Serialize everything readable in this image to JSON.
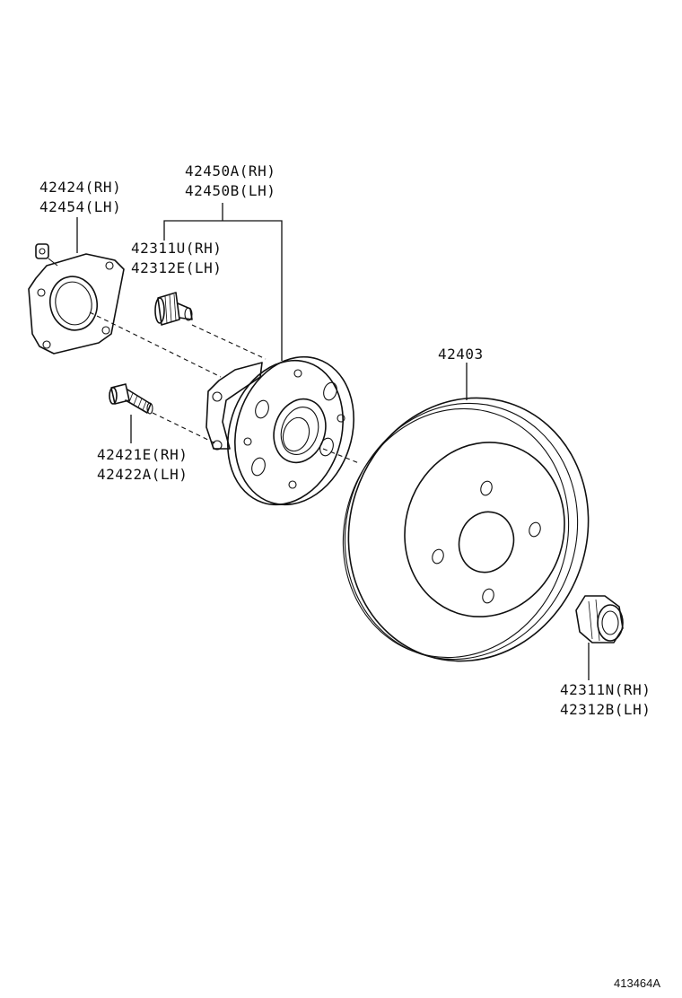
{
  "callouts": {
    "hub_bearing": {
      "line1": "42450A(RH)",
      "line2": "42450B(LH)"
    },
    "backing_plate": {
      "line1": "42424(RH)",
      "line2": "42454(LH)"
    },
    "hub_bolt": {
      "line1": "42311U(RH)",
      "line2": "42312E(LH)"
    },
    "mount_bolt": {
      "line1": "42421E(RH)",
      "line2": "42422A(LH)"
    },
    "brake_drum": {
      "line1": "42403"
    },
    "nut": {
      "line1": "42311N(RH)",
      "line2": "42312B(LH)"
    }
  },
  "illustration_number": "413464A"
}
